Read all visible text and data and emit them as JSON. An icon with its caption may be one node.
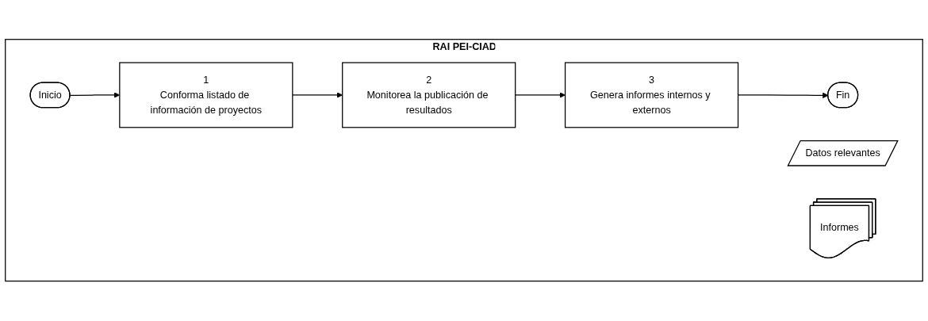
{
  "diagram": {
    "nodes": [
      {
        "text": [
          "RAI PEI-CIAD"
        ]
      },
      {
        "text": [
          "Inicio"
        ],
        "in": 0
      },
      {
        "text": [
          "1",
          "Conforma listado de información de proyectos"
        ],
        "in": 0
      },
      {
        "text": [
          "Datos relevantes"
        ],
        "in": 0
      },
      {
        "text": [
          "2",
          "Monitorea la publicación de resultados"
        ],
        "in": 0
      },
      {
        "text": [
          "3",
          "Genera informes internos y externos"
        ],
        "in": 0
      },
      {
        "text": [
          "Informes"
        ],
        "in": 0
      },
      {
        "text": [
          "Fin"
        ],
        "in": 0
      }
    ],
    "edges": [
      {
        "from": 1,
        "to": 2,
        "arrow": "to"
      },
      {
        "from": 2,
        "to": 4,
        "arrow": "to"
      },
      {
        "from": 4,
        "to": 5,
        "arrow": "to"
      },
      {
        "from": 5,
        "to": 7,
        "arrow": "to"
      }
    ]
  }
}
